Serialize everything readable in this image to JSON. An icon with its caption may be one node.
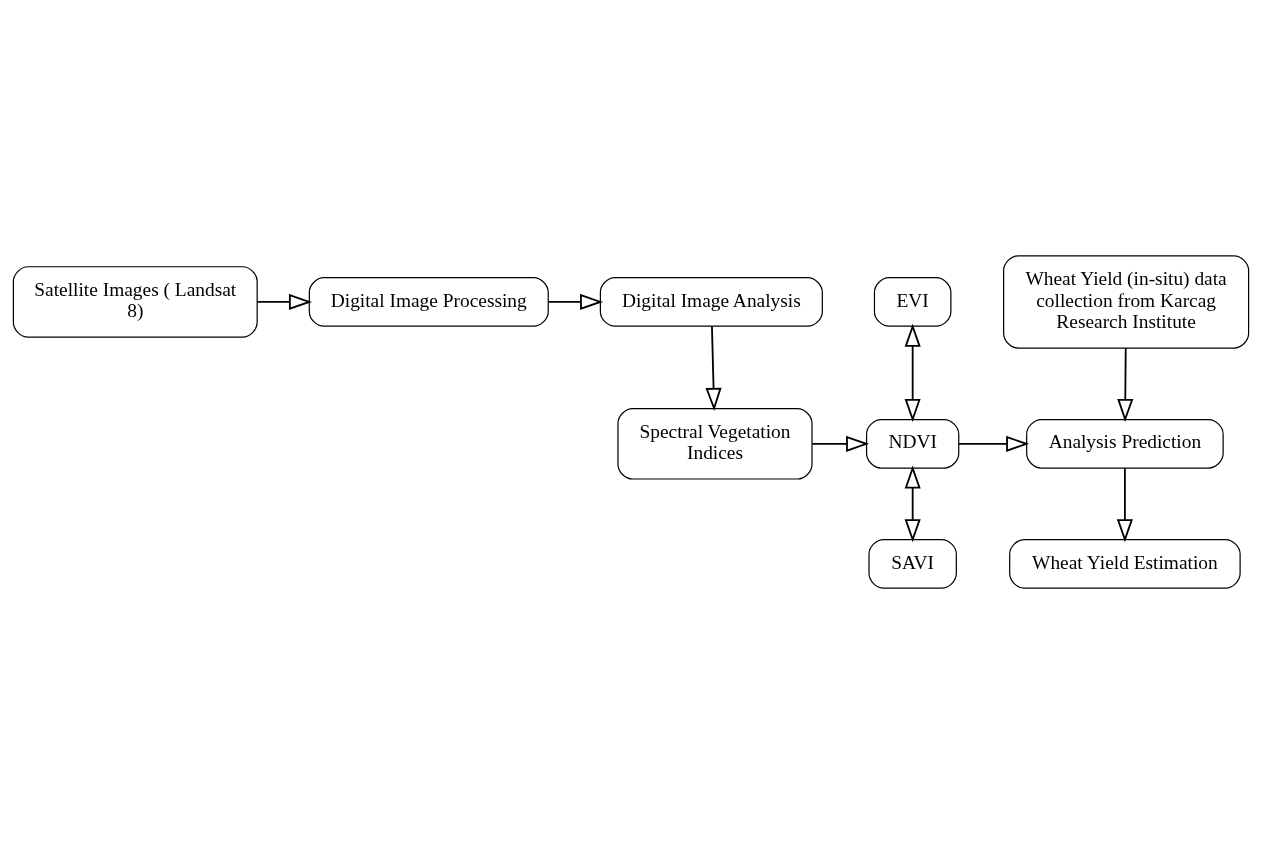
{
  "diagram": {
    "nodes": [
      {
        "text": [
          "Satellite Images ( Landsat 8)"
        ]
      },
      {
        "text": [
          "Digital Image Processing"
        ]
      },
      {
        "text": [
          "Digital Image Analysis"
        ]
      },
      {
        "text": [
          "Wheat Yield (in-situ) data collection from Karcag Research Institute"
        ]
      },
      {
        "text": [
          "EVI"
        ]
      },
      {
        "text": [
          "Analysis Prediction"
        ]
      },
      {
        "text": [
          "NDVI"
        ]
      },
      {
        "text": [
          "Spectral Vegetation Indices"
        ]
      },
      {
        "text": [
          "SAVI"
        ]
      },
      {
        "text": [
          "Wheat Yield Estimation"
        ]
      }
    ],
    "edges": [
      {
        "from": 0,
        "to": 1,
        "arrow": "to"
      },
      {
        "from": 1,
        "to": 2,
        "arrow": "to"
      },
      {
        "from": 2,
        "to": 7,
        "arrow": "to"
      },
      {
        "from": 3,
        "to": 5,
        "arrow": "to"
      },
      {
        "from": 7,
        "to": 6,
        "arrow": "to"
      },
      {
        "from": 6,
        "to": 5,
        "arrow": "to"
      },
      {
        "from": 4,
        "to": 6,
        "arrow": "both"
      },
      {
        "from": 6,
        "to": 8,
        "arrow": "both"
      },
      {
        "from": 5,
        "to": 9,
        "arrow": "to"
      }
    ]
  }
}
